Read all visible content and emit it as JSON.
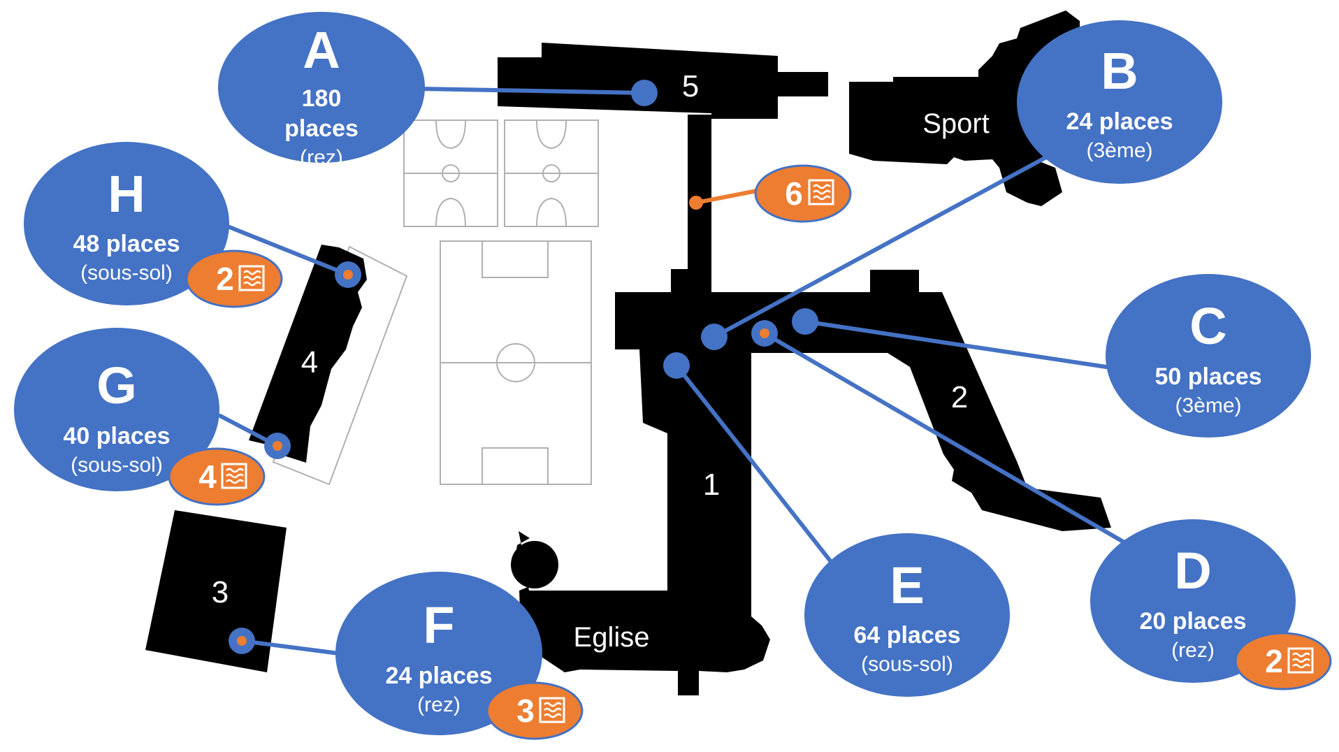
{
  "buildings": {
    "b1": "1",
    "b2": "2",
    "b3": "3",
    "b4": "4",
    "b5": "5",
    "sport": "Sport",
    "eglise": "Eglise"
  },
  "colors": {
    "room_bubble": "#4472c4",
    "microwave_badge": "#ed7d31",
    "buildings": "#000000",
    "courts": "#b0b0b0"
  },
  "microwave_icon": "microwave-icon",
  "rooms": [
    {
      "id": "A",
      "letter": "A",
      "places_number": "180",
      "places_word": "places",
      "floor": "(rez)",
      "microwaves": null
    },
    {
      "id": "B",
      "letter": "B",
      "places": "24 places",
      "floor": "(3ème)",
      "microwaves": null
    },
    {
      "id": "C",
      "letter": "C",
      "places": "50 places",
      "floor": "(3ème)",
      "microwaves": null
    },
    {
      "id": "D",
      "letter": "D",
      "places": "20 places",
      "floor": "(rez)",
      "microwaves": "2"
    },
    {
      "id": "E",
      "letter": "E",
      "places": "64 places",
      "floor": "(sous-sol)",
      "microwaves": null
    },
    {
      "id": "F",
      "letter": "F",
      "places": "24 places",
      "floor": "(rez)",
      "microwaves": "3"
    },
    {
      "id": "G",
      "letter": "G",
      "places": "40 places",
      "floor": "(sous-sol)",
      "microwaves": "4"
    },
    {
      "id": "H",
      "letter": "H",
      "places": "48 places",
      "floor": "(sous-sol)",
      "microwaves": "2"
    }
  ],
  "standalone_microwave": {
    "count": "6"
  }
}
